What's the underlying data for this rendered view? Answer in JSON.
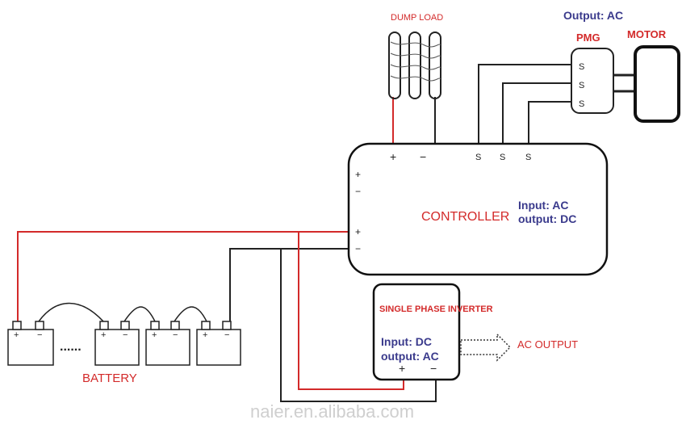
{
  "labels": {
    "dump_load": "DUMP LOAD",
    "pmg_output": "Output: AC",
    "pmg": "PMG",
    "motor": "MOTOR",
    "controller": "CONTROLLER",
    "controller_input": "Input: AC",
    "controller_output": "output: DC",
    "inverter": "SINGLE PHASE INVERTER",
    "inverter_input": "Input: DC",
    "inverter_output": "output: AC",
    "ac_output": "AC OUTPUT",
    "battery": "BATTERY",
    "battery_dots": "......",
    "watermark": "naier.en.alibaba.com"
  },
  "symbols": {
    "plus": "+",
    "minus": "−",
    "phase": "S"
  },
  "colors": {
    "positive_wire": "#d32a2a",
    "negative_wire": "#222222",
    "label_red": "#d32a2a",
    "label_blue": "#3a3a8c"
  }
}
